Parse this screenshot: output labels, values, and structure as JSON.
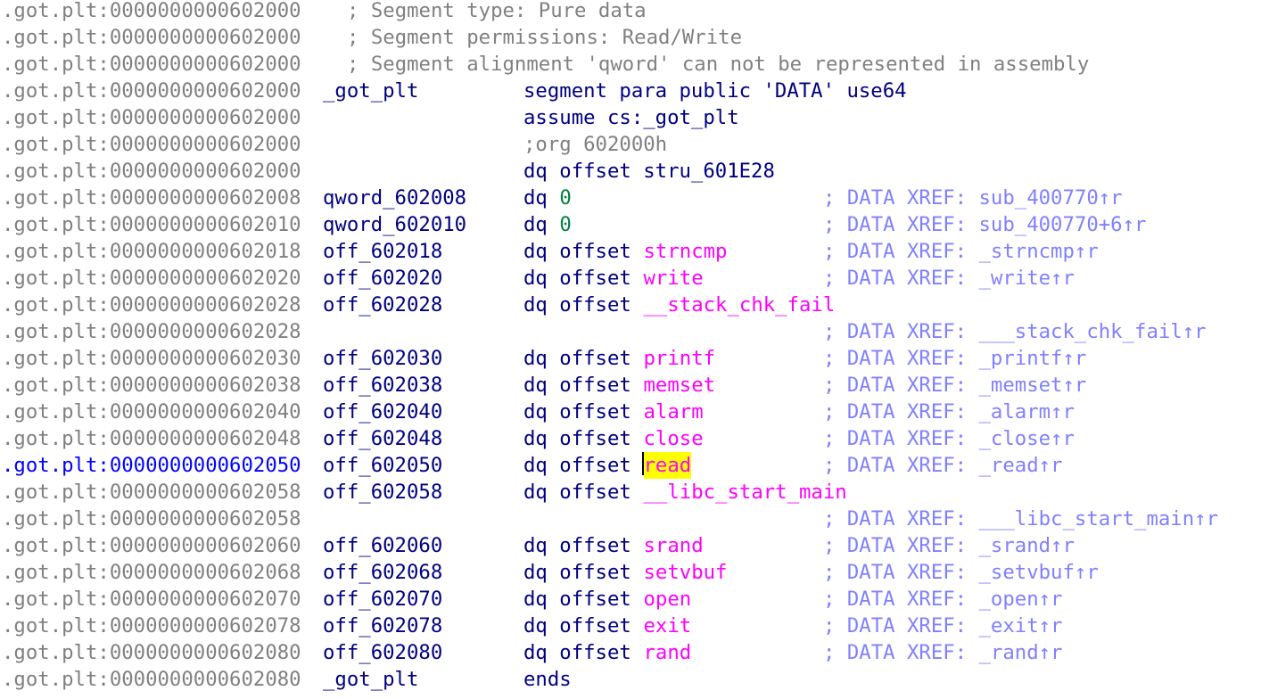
{
  "listing": {
    "rows": [
      {
        "addr": ".got.plt:0000000000602000",
        "comment": "; Segment type: Pure data"
      },
      {
        "addr": ".got.plt:0000000000602000",
        "comment": "; Segment permissions: Read/Write"
      },
      {
        "addr": ".got.plt:0000000000602000",
        "comment": "; Segment alignment 'qword' can not be represented in assembly"
      },
      {
        "addr": ".got.plt:0000000000602000",
        "label": "_got_plt",
        "instr": "segment para public 'DATA' use64"
      },
      {
        "addr": ".got.plt:0000000000602000",
        "instr": "assume cs:_got_plt"
      },
      {
        "addr": ".got.plt:0000000000602000",
        "comment2": ";org 602000h"
      },
      {
        "addr": ".got.plt:0000000000602000",
        "instr": "dq offset stru_601E28"
      },
      {
        "addr": ".got.plt:0000000000602008",
        "label": "qword_602008",
        "instr": "dq",
        "num": "0",
        "xref": "; DATA XREF: sub_400770↑r"
      },
      {
        "addr": ".got.plt:0000000000602010",
        "label": "qword_602010",
        "instr": "dq",
        "num": "0",
        "xref": "; DATA XREF: sub_400770+6↑r"
      },
      {
        "addr": ".got.plt:0000000000602018",
        "label": "off_602018",
        "instr": "dq offset",
        "ext": "strncmp",
        "xref": "; DATA XREF: _strncmp↑r"
      },
      {
        "addr": ".got.plt:0000000000602020",
        "label": "off_602020",
        "instr": "dq offset",
        "ext": "write",
        "xref": "; DATA XREF: _write↑r"
      },
      {
        "addr": ".got.plt:0000000000602028",
        "label": "off_602028",
        "instr": "dq offset",
        "ext": "__stack_chk_fail"
      },
      {
        "addr": ".got.plt:0000000000602028",
        "xref": "; DATA XREF: ___stack_chk_fail↑r"
      },
      {
        "addr": ".got.plt:0000000000602030",
        "label": "off_602030",
        "instr": "dq offset",
        "ext": "printf",
        "xref": "; DATA XREF: _printf↑r"
      },
      {
        "addr": ".got.plt:0000000000602038",
        "label": "off_602038",
        "instr": "dq offset",
        "ext": "memset",
        "xref": "; DATA XREF: _memset↑r"
      },
      {
        "addr": ".got.plt:0000000000602040",
        "label": "off_602040",
        "instr": "dq offset",
        "ext": "alarm",
        "xref": "; DATA XREF: _alarm↑r"
      },
      {
        "addr": ".got.plt:0000000000602048",
        "label": "off_602048",
        "instr": "dq offset",
        "ext": "close",
        "xref": "; DATA XREF: _close↑r"
      },
      {
        "addr": ".got.plt:0000000000602050",
        "label": "off_602050",
        "instr": "dq offset",
        "ext": "read",
        "xref": "; DATA XREF: _read↑r",
        "current": true
      },
      {
        "addr": ".got.plt:0000000000602058",
        "label": "off_602058",
        "instr": "dq offset",
        "ext": "__libc_start_main"
      },
      {
        "addr": ".got.plt:0000000000602058",
        "xref": "; DATA XREF: ___libc_start_main↑r"
      },
      {
        "addr": ".got.plt:0000000000602060",
        "label": "off_602060",
        "instr": "dq offset",
        "ext": "srand",
        "xref": "; DATA XREF: _srand↑r"
      },
      {
        "addr": ".got.plt:0000000000602068",
        "label": "off_602068",
        "instr": "dq offset",
        "ext": "setvbuf",
        "xref": "; DATA XREF: _setvbuf↑r"
      },
      {
        "addr": ".got.plt:0000000000602070",
        "label": "off_602070",
        "instr": "dq offset",
        "ext": "open",
        "xref": "; DATA XREF: _open↑r"
      },
      {
        "addr": ".got.plt:0000000000602078",
        "label": "off_602078",
        "instr": "dq offset",
        "ext": "exit",
        "xref": "; DATA XREF: _exit↑r"
      },
      {
        "addr": ".got.plt:0000000000602080",
        "label": "off_602080",
        "instr": "dq offset",
        "ext": "rand",
        "xref": "; DATA XREF: _rand↑r"
      },
      {
        "addr": ".got.plt:0000000000602080",
        "label": "_got_plt",
        "instr": "ends"
      }
    ]
  },
  "colors": {
    "address": "#808080",
    "current_address": "#0000ff",
    "code": "#000080",
    "external_symbol": "#ff00ff",
    "xref_comment": "#8080ff",
    "number": "#008040",
    "highlight": "#ffff00"
  }
}
